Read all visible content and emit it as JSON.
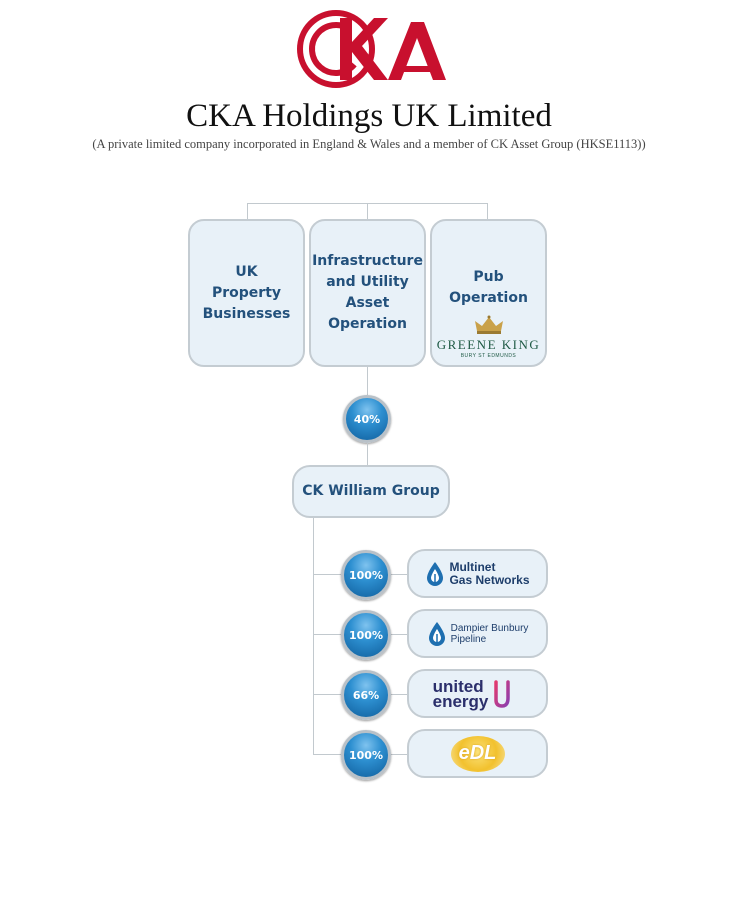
{
  "header": {
    "title": "CKA Holdings UK Limited",
    "subtitle": "(A private limited company incorporated in England & Wales and a member of CK Asset Group (HKSE1113))",
    "logo_text": "CKA",
    "logo_color": "#c8102e"
  },
  "top_boxes": [
    {
      "label": "UK Property Businesses"
    },
    {
      "label": "Infrastructure and Utility Asset Operation"
    },
    {
      "label": "Pub Operation",
      "logo": {
        "name": "GREENE KING",
        "tagline": "BURY ST EDMUNDS"
      }
    }
  ],
  "stake_to_group": "40%",
  "group": {
    "label": "CK William Group"
  },
  "subsidiaries": [
    {
      "stake": "100%",
      "logo_line1": "Multinet",
      "logo_line2": "Gas Networks"
    },
    {
      "stake": "100%",
      "logo_line1": "Dampier Bunbury",
      "logo_line2": "Pipeline"
    },
    {
      "stake": "66%",
      "logo_line1": "united",
      "logo_line2": "energy"
    },
    {
      "stake": "100%",
      "logo_text": "eDL"
    }
  ],
  "colors": {
    "box_fill": "#e8f1f8",
    "box_border": "#c4ccd2",
    "box_text": "#23517c",
    "circle_blue": "#1a73b8",
    "greene_king_green": "#1f5a45",
    "united_energy_pink": "#d6337a",
    "edl_yellow": "#f2c12e"
  }
}
